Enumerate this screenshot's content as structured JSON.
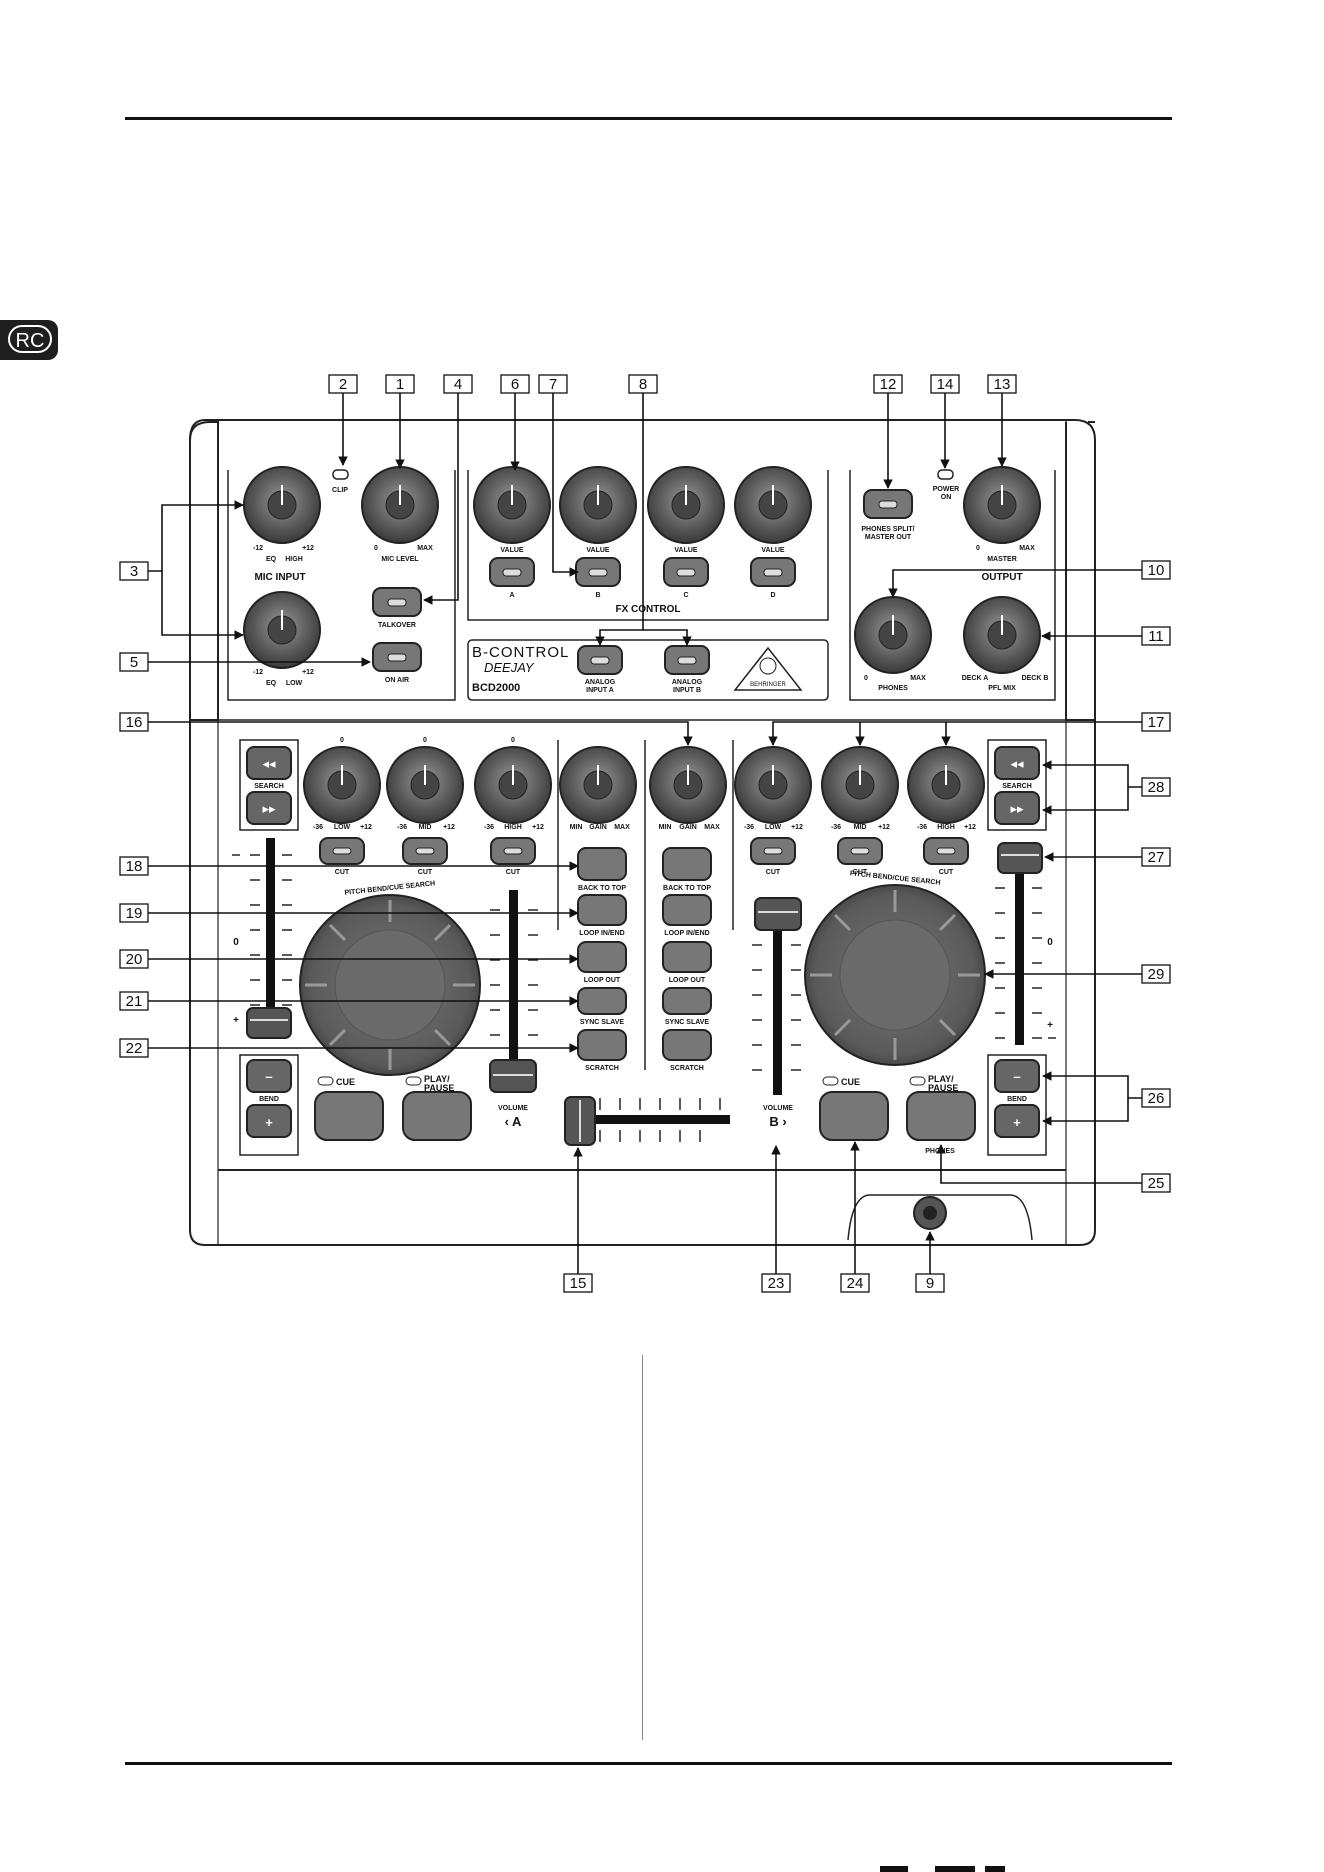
{
  "badge": "RC",
  "callouts": {
    "c1": "1",
    "c2": "2",
    "c3": "3",
    "c4": "4",
    "c5": "5",
    "c6": "6",
    "c7": "7",
    "c8": "8",
    "c9": "9",
    "c10": "10",
    "c11": "11",
    "c12": "12",
    "c13": "13",
    "c14": "14",
    "c15": "15",
    "c16": "16",
    "c17": "17",
    "c18": "18",
    "c19": "19",
    "c20": "20",
    "c21": "21",
    "c22": "22",
    "c23": "23",
    "c24": "24",
    "c25": "25",
    "c26": "26",
    "c27": "27",
    "c28": "28",
    "c29": "29"
  },
  "labels": {
    "clip": "CLIP",
    "eq": "EQ",
    "high": "HIGH",
    "low": "LOW",
    "mid": "MID",
    "gain": "GAIN",
    "minus12": "-12",
    "plus12": "+12",
    "minus36": "-36",
    "zero": "0",
    "max": "MAX",
    "min": "MIN",
    "mic_level": "MIC LEVEL",
    "mic_input": "MIC INPUT",
    "talkover": "TALKOVER",
    "on_air": "ON AIR",
    "value": "VALUE",
    "fx_a": "A",
    "fx_b": "B",
    "fx_c": "C",
    "fx_d": "D",
    "fx_control": "FX CONTROL",
    "brand_line1": "B-CONTROL",
    "brand_line2": "DEEJAY",
    "model": "BCD2000",
    "analog_a_1": "ANALOG",
    "analog_a_2": "INPUT A",
    "analog_b_1": "ANALOG",
    "analog_b_2": "INPUT B",
    "behringer": "BEHRINGER",
    "phones_split_1": "PHONES SPLIT/",
    "phones_split_2": "MASTER OUT",
    "power_1": "POWER",
    "power_2": "ON",
    "master": "MASTER",
    "output": "OUTPUT",
    "phones": "PHONES",
    "deck_a": "DECK A",
    "deck_b": "DECK B",
    "pfl_mix": "PFL MIX",
    "search": "SEARCH",
    "cut": "CUT",
    "back_to_top": "BACK TO TOP",
    "loop_in_end": "LOOP IN/END",
    "loop_out": "LOOP OUT",
    "sync_slave": "SYNC SLAVE",
    "scratch": "SCRATCH",
    "pitch_bend": "PITCH BEND/CUE SEARCH",
    "bend": "BEND",
    "cue": "CUE",
    "play_1": "PLAY/",
    "play_2": "PAUSE",
    "volume": "VOLUME",
    "deck_a_mark": "‹ A",
    "deck_b_mark": "B ›",
    "phones_tag": "PHONES",
    "plus": "+",
    "minus": "–",
    "rew": "◂◂",
    "ffw": "▸▸"
  },
  "colors": {
    "ink": "#111111",
    "knob": "#5a5a5a",
    "panel_line": "#222222"
  }
}
